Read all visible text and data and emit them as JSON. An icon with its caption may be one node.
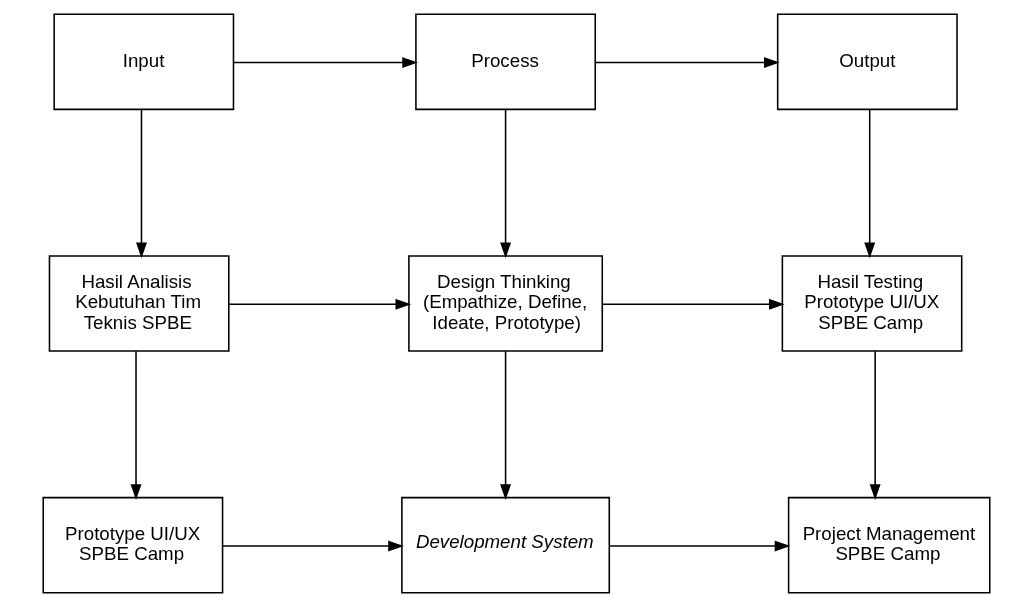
{
  "diagram": {
    "nodes": [
      {
        "text": [
          "Input"
        ]
      },
      {
        "text": [
          "Process"
        ]
      },
      {
        "text": [
          "Output"
        ]
      },
      {
        "text": [
          "Hasil Analisis Kebutuhan Tim Teknis SPBE"
        ]
      },
      {
        "text": [
          "Design Thinking (Empathize, Define, Ideate, Prototype)"
        ]
      },
      {
        "text": [
          "Hasil Testing Prototype UI/UX SPBE Camp"
        ]
      },
      {
        "text": [
          "Prototype UI/UX SPBE Camp"
        ]
      },
      {
        "text": [
          "Development System"
        ]
      },
      {
        "text": [
          "Project Management SPBE Camp"
        ]
      }
    ],
    "edges": [
      {
        "from": 0,
        "to": 1,
        "arrow": "to"
      },
      {
        "from": 1,
        "to": 2,
        "arrow": "to"
      },
      {
        "from": 0,
        "to": 3,
        "arrow": "to"
      },
      {
        "from": 1,
        "to": 4,
        "arrow": "to"
      },
      {
        "from": 2,
        "to": 5,
        "arrow": "to"
      },
      {
        "from": 3,
        "to": 4,
        "arrow": "to"
      },
      {
        "from": 4,
        "to": 5,
        "arrow": "to"
      },
      {
        "from": 3,
        "to": 6,
        "arrow": "to"
      },
      {
        "from": 4,
        "to": 7,
        "arrow": "to"
      },
      {
        "from": 5,
        "to": 8,
        "arrow": "to"
      },
      {
        "from": 6,
        "to": 7,
        "arrow": "to"
      },
      {
        "from": 7,
        "to": 8,
        "arrow": "to"
      }
    ]
  }
}
